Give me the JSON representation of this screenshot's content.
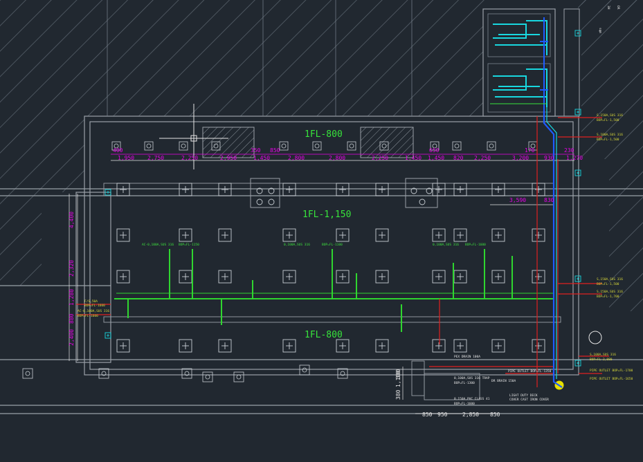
{
  "colors": {
    "background": "#212830",
    "wall": "#9aa1a8",
    "hatch": "#56606a",
    "grid_line": "#7c8590",
    "pipe_green": "#2fd62f",
    "pipe_red": "#e02020",
    "pipe_blue": "#1e5bff",
    "pipe_cyan": "#18d8e0",
    "dimension": "#e6e6e6",
    "dim_top": "#e800e8",
    "annotation": "#d8d83a"
  },
  "levels": {
    "top": "1FL-800",
    "middle": "1FL-1,150",
    "bottom": "1FL-800"
  },
  "dims_top_row1": [
    "400",
    "350",
    "850",
    "650",
    "170",
    "230"
  ],
  "dims_top_row2": [
    "1,950",
    "2,750",
    "2,250",
    "2,950",
    "1,450",
    "2,800",
    "2,800",
    "2,250",
    "1,450",
    "1,450",
    "820",
    "2,250",
    "3,200",
    "930",
    "1,270"
  ],
  "dim_inner": [
    "3,590",
    "830"
  ],
  "dims_left": [
    "4,400",
    "2,320",
    "1,280",
    "880",
    "2,400"
  ],
  "dims_bottom": [
    "850",
    "950",
    "2,850",
    "850"
  ],
  "dims_bottom_left": [
    "300",
    "1,100",
    "380"
  ],
  "annotations_green": [
    "AC-0,100A,SUS 316",
    "BOP=FL-1150",
    "0,100A,SUS 316",
    "BOP=FL-1100",
    "0,100A,SUS 316",
    "BOP=FL-1600"
  ],
  "annotations_white": [
    "PEX DRAIN 100A",
    "PIPE OUTLET BOP=FL-1350",
    "DR BRAIN 150A",
    "LIGHT DUTY DECK",
    "COVER CAST IRON COVER",
    "0,100A,SUS 316 TRAP",
    "BOP=FL-1300",
    "0,150A,PVC CLASS 41",
    "BOP=FL-1600"
  ],
  "annotations_right": [
    "S,150A,SUS 316",
    "BOP=FL-1,500",
    "S,100A,SUS 316",
    "BOP=FL-1,500",
    "S,150A,SUS 316",
    "BOP=FL-1,500",
    "S,150A,SUS 316",
    "BOP=FL-1,700",
    "S,100A,SUS 316",
    "BOP=FL-2,080",
    "PIPE OUTLET BOP=FL-1700",
    "PIPE OUTLET BOP=FL-1650"
  ],
  "annotations_left": [
    "F/S,50A",
    "BOP=FL-1600",
    "AC-0,100A,SUS 316",
    "BOP=FL-1600"
  ],
  "corner_text": [
    "OR",
    "3H",
    "sqm"
  ]
}
